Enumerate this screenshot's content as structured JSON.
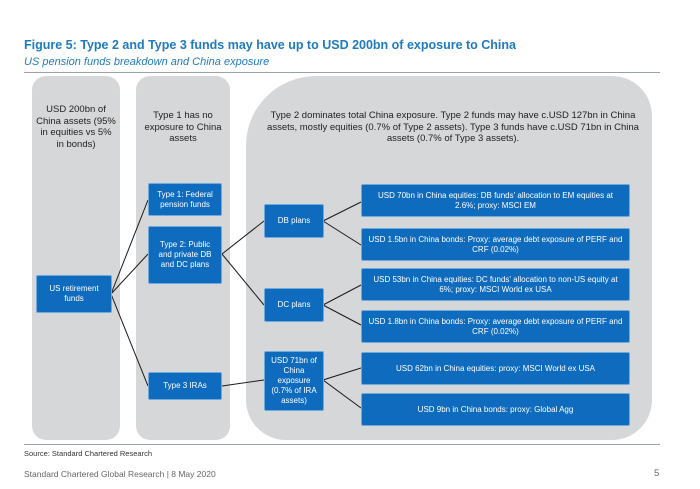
{
  "figure": {
    "title": "Figure 5: Type 2 and Type 3 funds may have up to USD 200bn of exposure to China",
    "subtitle": "US pension funds breakdown and China exposure"
  },
  "columns": {
    "col1_header": "USD 200bn of China assets (95% in equities vs 5% in bonds)",
    "col2_header": "Type 1 has no exposure to China assets",
    "col3_header": "Type 2 dominates total China exposure. Type 2 funds may have c.USD 127bn in China assets, mostly equities (0.7% of  Type 2 assets). Type 3 funds have c.USD 71bn in China assets (0.7% of Type 3 assets)."
  },
  "boxes": {
    "root": "US retirement funds",
    "type1": "Type 1: Federal pension funds",
    "type2": "Type 2: Public and private DB and DC plans",
    "type3": "Type 3 IRAs",
    "db": "DB plans",
    "dc": "DC plans",
    "ira": "USD 71bn of China exposure (0.7% of IRA assets)",
    "db_eq": "USD 70bn in China equities: DB funds' allocation to EM equities at 2.6%;  proxy: MSCI EM",
    "db_bd": "USD 1.5bn in China bonds: Proxy: average debt exposure of PERF and CRF (0.02%)",
    "dc_eq": "USD 53bn in China equities: DC funds' allocation to non-US equity at 6%; proxy: MSCI World ex USA",
    "dc_bd": "USD 1.8bn in China bonds: Proxy: average debt exposure of PERF and CRF (0.02%)",
    "ira_eq": "USD 62bn in China equities: proxy: MSCI World ex USA",
    "ira_bd": "USD 9bn in China bonds: proxy: Global Agg"
  },
  "source": "Source: Standard Chartered Research",
  "footer": "Standard Chartered Global Research | 8 May 2020",
  "page_number": "5",
  "colors": {
    "title": "#1f7bbf",
    "box_fill": "#0f6bbd",
    "panel_fill": "#d5d7d9",
    "connector": "#1a1a1a"
  }
}
